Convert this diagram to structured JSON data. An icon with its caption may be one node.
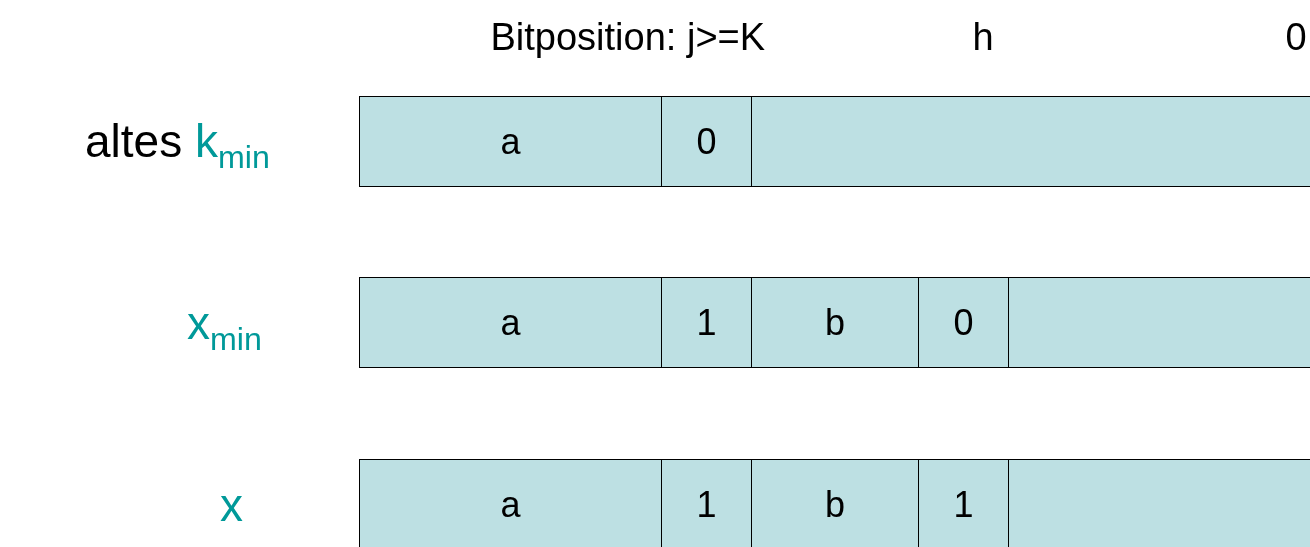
{
  "diagram": {
    "nodes": [
      {
        "text": [
          "a"
        ]
      },
      {
        "text": [
          "0"
        ]
      },
      {
        "text": [],
        "shape": "box"
      },
      {
        "text": [
          "a"
        ]
      },
      {
        "text": [
          "1"
        ]
      },
      {
        "text": [
          "b"
        ]
      },
      {
        "text": [
          "0"
        ]
      },
      {
        "text": [],
        "shape": "box"
      },
      {
        "text": [
          "a"
        ]
      },
      {
        "text": [
          "1"
        ]
      },
      {
        "text": [
          "b"
        ]
      },
      {
        "text": [
          "1"
        ]
      },
      {
        "text": [],
        "shape": "box"
      }
    ],
    "edges": [],
    "labels": [
      "Bitposition: j>=K",
      "h",
      "0",
      "altes k$_{min}$",
      "x$_{min}$",
      "x"
    ]
  }
}
